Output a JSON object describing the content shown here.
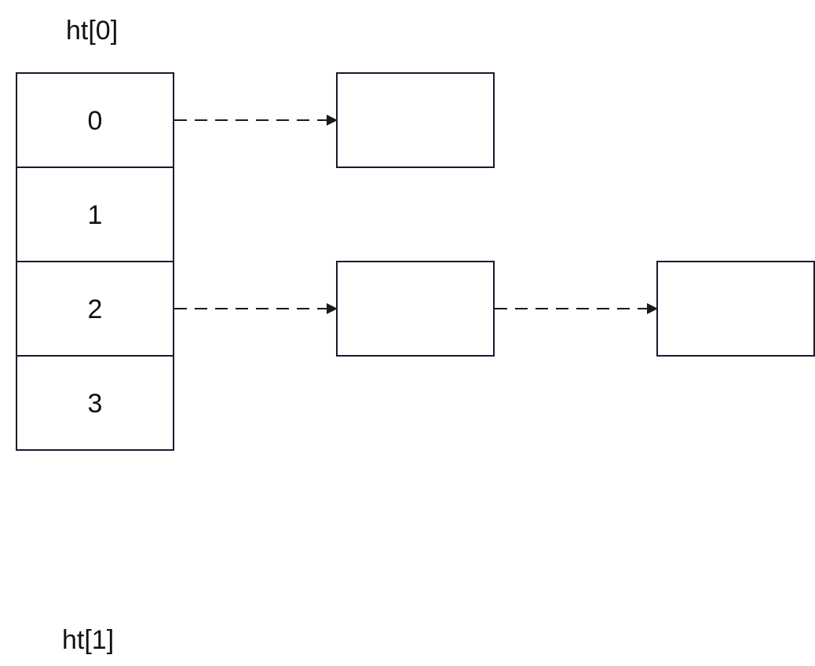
{
  "tables": [
    {
      "label": "ht[0]"
    },
    {
      "label": "ht[1]"
    }
  ],
  "buckets": [
    {
      "index": "0"
    },
    {
      "index": "1"
    },
    {
      "index": "2"
    },
    {
      "index": "3"
    }
  ],
  "colors": {
    "stroke": "#1a1a2e",
    "arrow": "#1a1a1a",
    "text": "#111111"
  }
}
